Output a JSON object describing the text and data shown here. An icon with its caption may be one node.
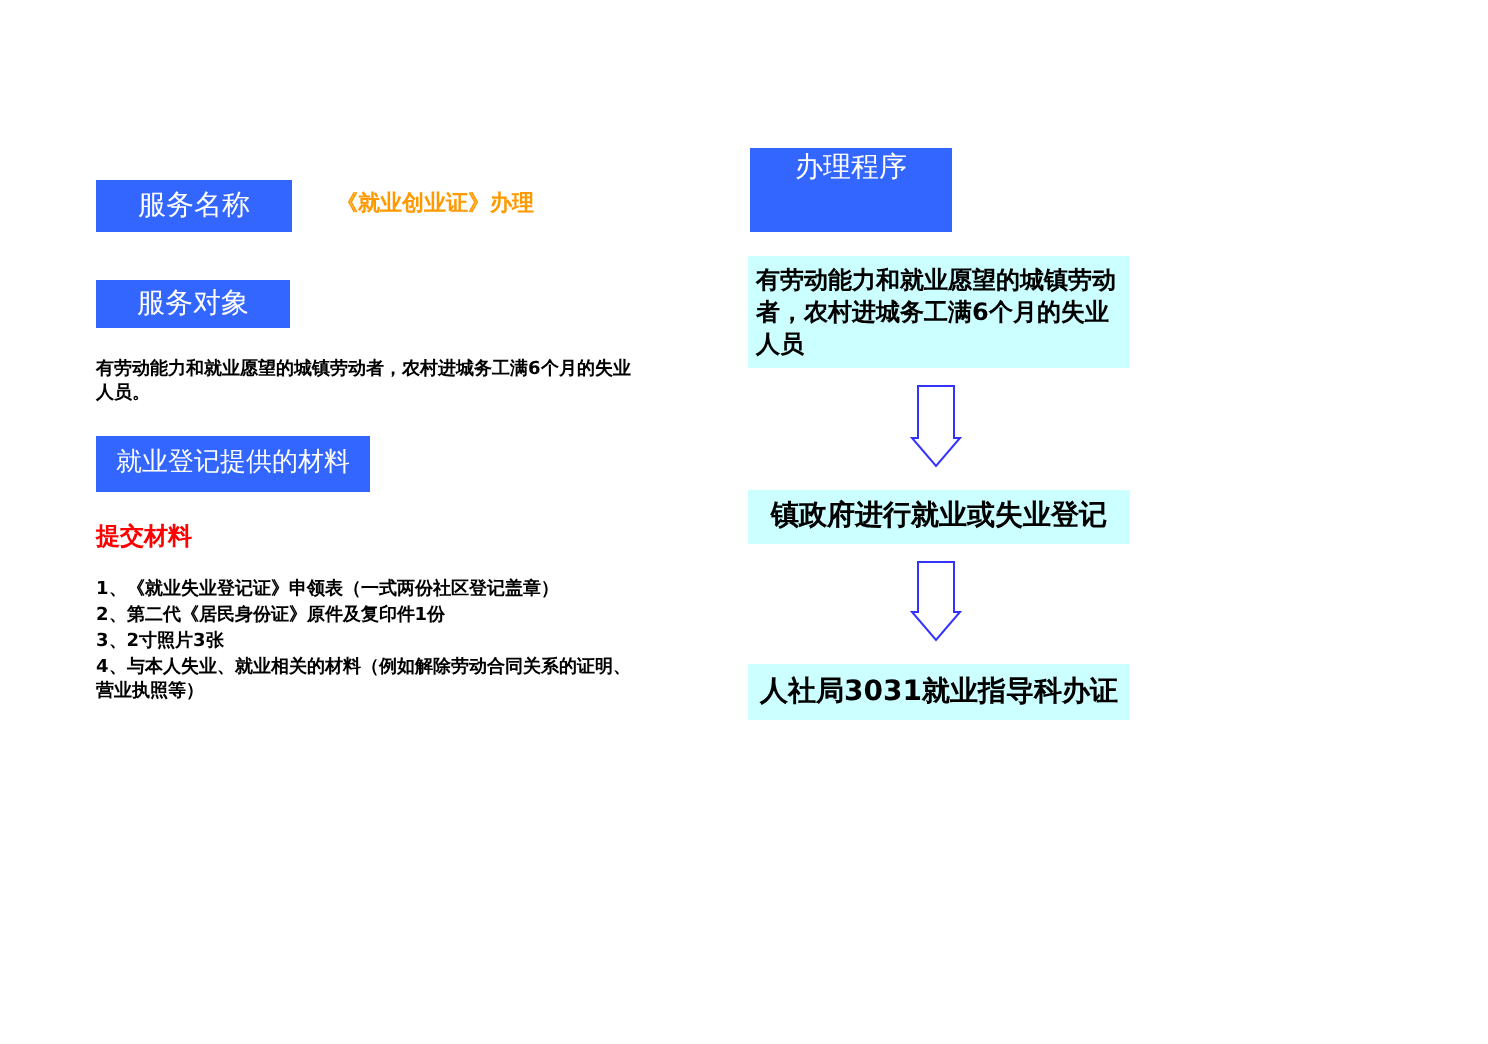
{
  "diagram": {
    "nodes": [
      {
        "text": [
          "服务名称"
        ]
      },
      {
        "text": [
          "服务对象"
        ]
      },
      {
        "text": [
          "就业登记提供的材料"
        ]
      },
      {
        "text": [
          "办理程序"
        ]
      },
      {
        "text": [
          "有劳动能力和就业愿望的城镇劳动者，农村进城务工满6个月的失业人员"
        ]
      },
      {
        "text": [
          "镇政府进行就业或失业登记"
        ]
      },
      {
        "text": [
          "人社局3031就业指导科办证"
        ]
      }
    ],
    "edges": [
      {
        "from": 4,
        "to": 5,
        "arrow": "to"
      },
      {
        "from": 5,
        "to": 6,
        "arrow": "to"
      }
    ],
    "labels": [
      "《就业创业证》办理",
      "有劳动能力和就业愿望的城镇劳动者，农村进城务工满6个月的失业人员。",
      "提交材料",
      "1、《就业失业登记证》申领表（一式两份社区登记盖章）",
      "2、第二代《居民身份证》原件及复印件1份",
      "3、2寸照片3张",
      "4、与本人失业、就业相关的材料（例如解除劳动合同关系的证明、营业执照等）"
    ]
  }
}
